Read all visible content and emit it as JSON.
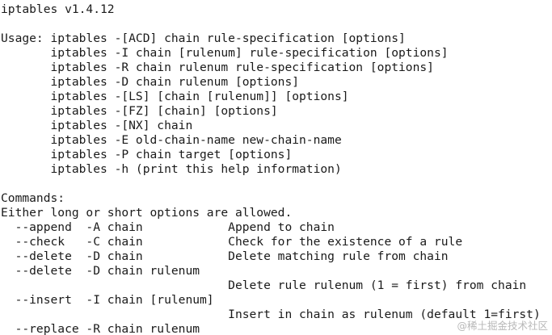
{
  "terminal": {
    "lines": [
      "iptables v1.4.12",
      "",
      "Usage: iptables -[ACD] chain rule-specification [options]",
      "       iptables -I chain [rulenum] rule-specification [options]",
      "       iptables -R chain rulenum rule-specification [options]",
      "       iptables -D chain rulenum [options]",
      "       iptables -[LS] [chain [rulenum]] [options]",
      "       iptables -[FZ] [chain] [options]",
      "       iptables -[NX] chain",
      "       iptables -E old-chain-name new-chain-name",
      "       iptables -P chain target [options]",
      "       iptables -h (print this help information)",
      "",
      "Commands:",
      "Either long or short options are allowed.",
      "  --append  -A chain            Append to chain",
      "  --check   -C chain            Check for the existence of a rule",
      "  --delete  -D chain            Delete matching rule from chain",
      "  --delete  -D chain rulenum",
      "                                Delete rule rulenum (1 = first) from chain",
      "  --insert  -I chain [rulenum]",
      "                                Insert in chain as rulenum (default 1=first)",
      "  --replace -R chain rulenum"
    ]
  },
  "watermark": {
    "text": "@稀土掘金技术社区"
  }
}
